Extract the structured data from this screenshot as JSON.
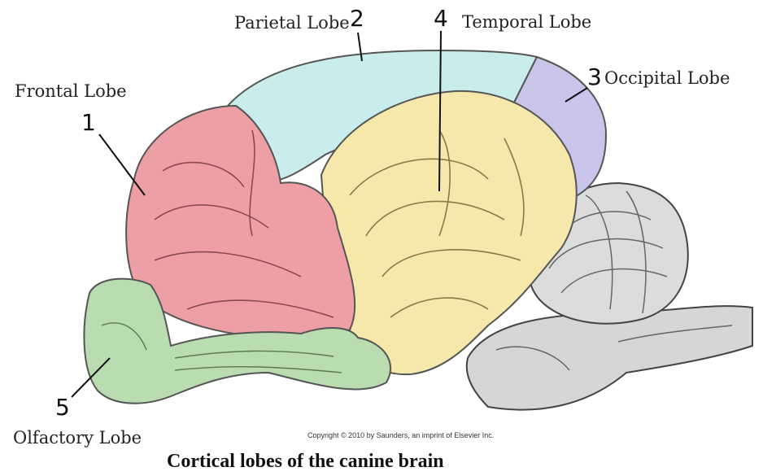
{
  "labels": {
    "frontal": {
      "name": "Frontal Lobe",
      "number": "1"
    },
    "parietal": {
      "name": "Parietal Lobe",
      "number": "2"
    },
    "occipital": {
      "name": "Occipital Lobe",
      "number": "3"
    },
    "temporal": {
      "name": "Temporal Lobe",
      "number": "4"
    },
    "olfactory": {
      "name": "Olfactory Lobe",
      "number": "5"
    }
  },
  "copyright": "Copyright © 2010 by Saunders, an imprint of Elsevier Inc.",
  "caption": "Cortical lobes of the canine brain",
  "colors": {
    "frontal": "#ee9fa6",
    "parietal": "#c9ecec",
    "occipital": "#c8c4ea",
    "temporal": "#f6e8ab",
    "olfactory": "#b9dcb1",
    "cerebellum": "#dcdcdc",
    "brainstem": "#d6d6d6"
  }
}
